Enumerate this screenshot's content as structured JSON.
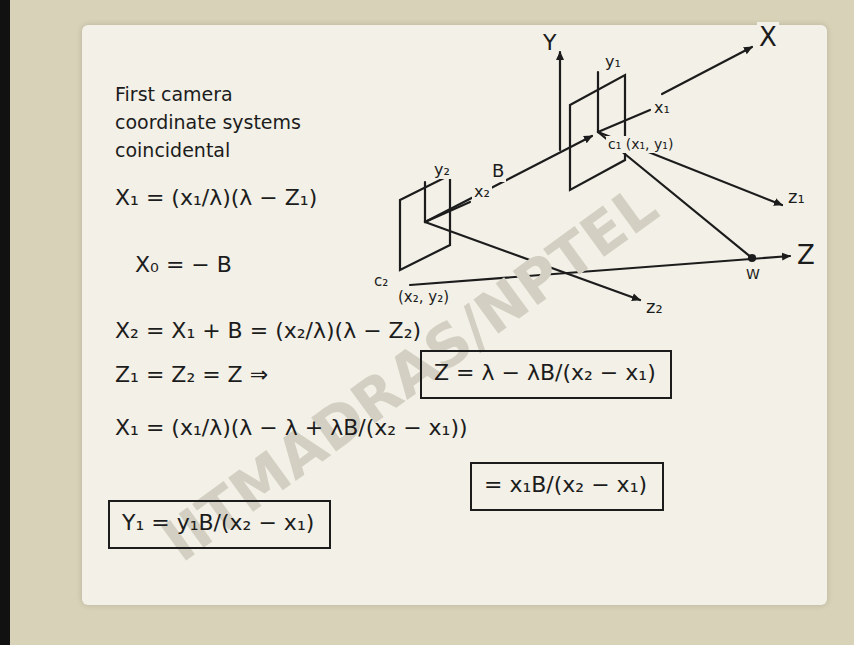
{
  "diagram": {
    "nodes": [
      {
        "text": [
          "Z = λ − λB/(x₂ − x₁)"
        ]
      },
      {
        "text": [
          "= x₁B/(x₂ − x₁)"
        ]
      },
      {
        "text": [
          "Y₁ = y₁B/(x₂ − x₁)"
        ]
      }
    ],
    "labels": [
      "First camera coordinate systems coincidental",
      "X₁ = (x₁/λ)(λ − Z₁)",
      "X₀ = − B",
      "X₂ = X₁ + B = (x₂/λ)(λ − Z₂)",
      "Z₁ = Z₂ = Z ⇒",
      "X₁ = (x₁/λ)(λ − λ + λB/(x₂ − x₁))",
      "Y",
      "y₁",
      "x₁",
      "X",
      "c₁ (x₁, y₁)",
      "z₁",
      "B",
      "W",
      "Z",
      "y₂",
      "x₂",
      "c₂",
      "(x₂, y₂)",
      "z₂",
      "IITMADRAS/NPTEL"
    ]
  }
}
